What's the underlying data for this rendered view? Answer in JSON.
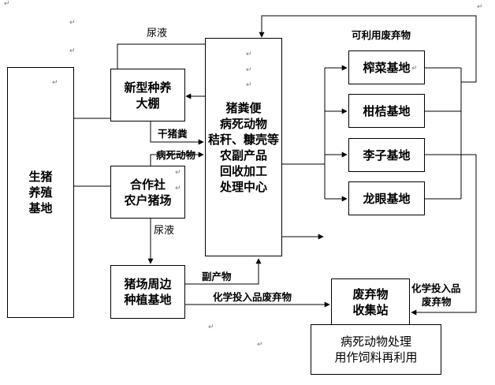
{
  "boxes": {
    "pig_base": [
      "生猪",
      "养殖",
      "基地"
    ],
    "greenhouse": [
      "新型种养",
      "大棚"
    ],
    "coop": [
      "合作社",
      "农户猪场"
    ],
    "planting": [
      "猪场周边",
      "种植基地"
    ],
    "center": [
      "猪粪便",
      "病死动物",
      "秸秆、糠壳等",
      "农副产品",
      "回收加工",
      "处理中心"
    ],
    "mustard": "榨菜基地",
    "citrus": "柑桔基地",
    "plum": "李子基地",
    "longan": "龙眼基地",
    "waste_station": [
      "废弃物",
      "收集站"
    ],
    "feed_reuse": [
      "病死动物处理",
      "用作饲料再利用"
    ]
  },
  "labels": {
    "urine_top": "尿液",
    "dry_manure": "干猪粪",
    "dead_animals": "病死动物",
    "urine_mid": "尿液",
    "byproduct": "副产物",
    "chem_waste_1": "化学投入品废弃物",
    "chem_waste_2_line1": "化学投入品",
    "chem_waste_2_line2": "废弃物",
    "usable_waste": "可利用废弃物"
  },
  "paragraph_mark": "↵"
}
